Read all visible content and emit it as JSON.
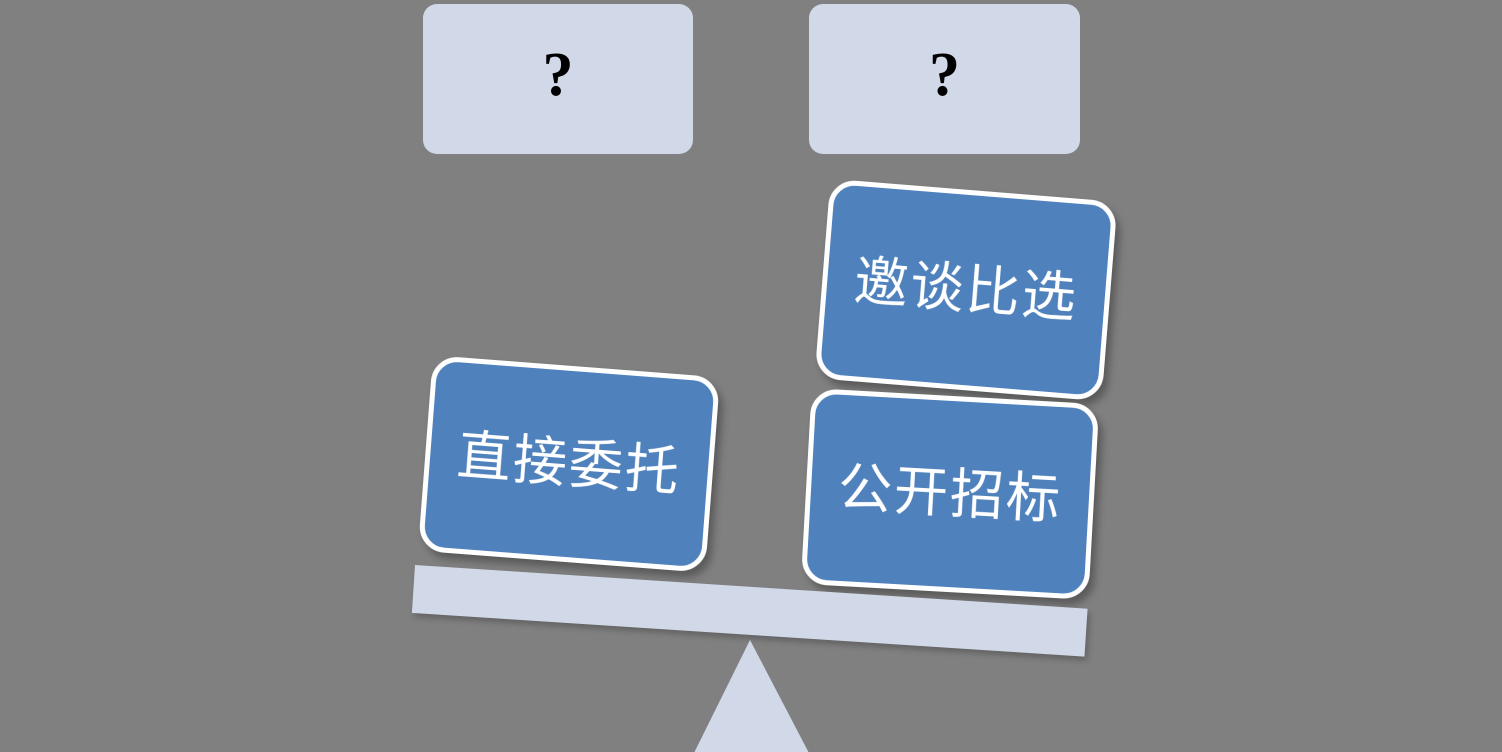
{
  "diagram": {
    "title": "procurement-method-balance",
    "background_color": "#808080",
    "accent_color": "#4f81bd",
    "light_color": "#d1d8e7",
    "border_color": "#ffffff",
    "text_color": "#ffffff",
    "question_color": "#000000"
  },
  "question_cards": [
    {
      "id": "left",
      "symbol": "?"
    },
    {
      "id": "right",
      "symbol": "?"
    }
  ],
  "option_cards": [
    {
      "id": "invite",
      "label": "邀谈比选"
    },
    {
      "id": "public",
      "label": "公开招标"
    },
    {
      "id": "direct",
      "label": "直接委托"
    }
  ],
  "seesaw": {
    "beam_label": "balance-beam",
    "fulcrum_label": "balance-fulcrum",
    "tilt_direction": "right-down"
  }
}
